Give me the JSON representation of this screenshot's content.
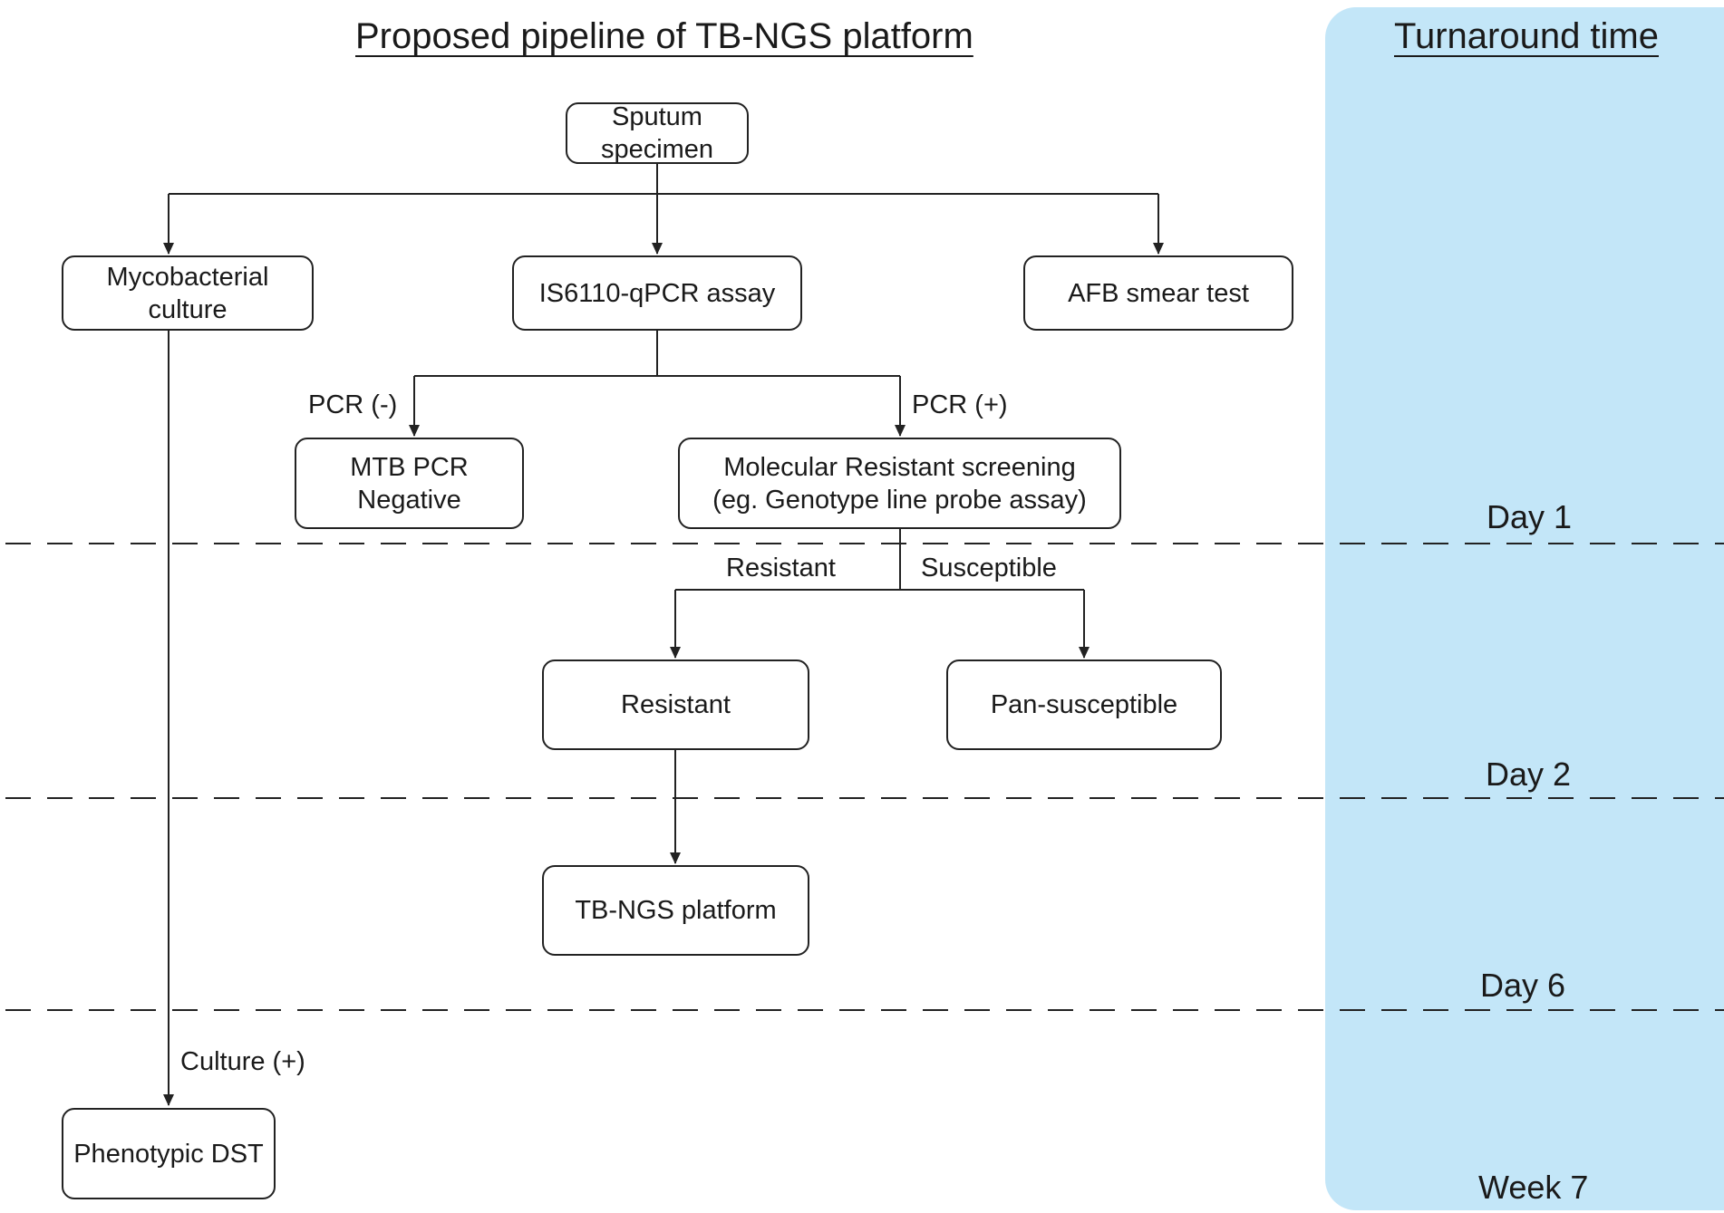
{
  "headings": {
    "pipeline": "Proposed pipeline of TB-NGS platform",
    "turnaround": "Turnaround time"
  },
  "colors": {
    "turnaround_panel": "#c3e6f8",
    "lines": "#222222"
  },
  "nodes": {
    "sputum": "Sputum\nspecimen",
    "culture": "Mycobacterial\nculture",
    "qpcr": "IS6110-qPCR assay",
    "afb": "AFB smear test",
    "mtb_negative": "MTB PCR\nNegative",
    "molecular": "Molecular Resistant screening\n(eg. Genotype line probe assay)",
    "resistant": "Resistant",
    "pan_susceptible": "Pan-susceptible",
    "tbngs": "TB-NGS platform",
    "phenotypic": "Phenotypic DST"
  },
  "edge_labels": {
    "pcr_negative": "PCR (-)",
    "pcr_positive": "PCR (+)",
    "resistant": "Resistant",
    "susceptible": "Susceptible",
    "culture_positive": "Culture (+)"
  },
  "timepoints": [
    "Day 1",
    "Day 2",
    "Day 6",
    "Week 7"
  ]
}
